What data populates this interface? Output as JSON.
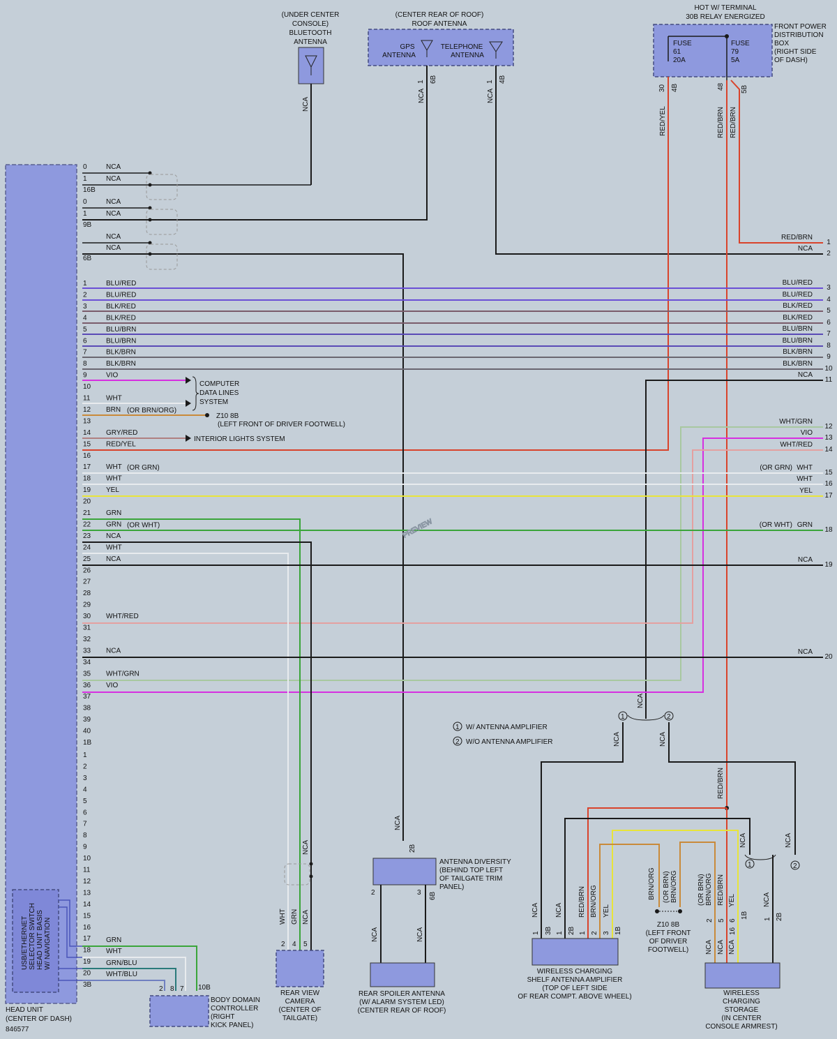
{
  "watermark": "PREVIEW",
  "drawing_number": "846577",
  "colors": {
    "background": "#c5cfd8",
    "component_fill": "#8e99de",
    "black": "#1a1a1a",
    "red": "#d9432b",
    "magenta": "#d62fe0",
    "yellow": "#e8e43a",
    "green": "#3aa53a",
    "white_wire": "#e8ebee",
    "blue_red": "#6a4fd6",
    "blk_red": "#7a5b6a",
    "blu_brn": "#5a4ab6",
    "blk_brn": "#6a6670",
    "orange": "#c98a3a",
    "wht_grn": "#a8c8a0",
    "wht_red": "#e4a0a0",
    "gray_red": "#b08080"
  },
  "components": {
    "head_unit": [
      "HEAD UNIT",
      "(CENTER OF DASH)"
    ],
    "bluetooth_antenna": [
      "(UNDER CENTER",
      "CONSOLE)",
      "BLUETOOTH",
      "ANTENNA"
    ],
    "roof_antenna": [
      "(CENTER REAR OF ROOF)",
      "ROOF ANTENNA"
    ],
    "gps_antenna": [
      "GPS",
      "ANTENNA"
    ],
    "telephone_antenna": [
      "TELEPHONE",
      "ANTENNA"
    ],
    "hot_label": [
      "HOT W/ TERMINAL",
      "30B RELAY ENERGIZED"
    ],
    "front_power_box": [
      "FRONT POWER",
      "DISTRIBUTION",
      "BOX",
      "(RIGHT SIDE",
      "OF DASH)"
    ],
    "fuse61": [
      "FUSE",
      "61",
      "20A"
    ],
    "fuse79": [
      "FUSE",
      "79",
      "5A"
    ],
    "computer_data": [
      "COMPUTER",
      "DATA LINES",
      "SYSTEM"
    ],
    "z10_ground": [
      "Z10 8B",
      "(LEFT FRONT OF DRIVER FOOTWELL)"
    ],
    "interior_lights": "INTERIOR LIGHTS SYSTEM",
    "usb_switch": [
      "USB/ETHERNET",
      "SELECTOR SWITCH",
      "HEAD UNIT BASIS",
      "W/ NAVIGATION"
    ],
    "body_domain": [
      "BODY DOMAIN",
      "CONTROLLER",
      "(RIGHT",
      "KICK PANEL)"
    ],
    "rear_camera": [
      "REAR VIEW",
      "CAMERA",
      "(CENTER OF",
      "TAILGATE)"
    ],
    "antenna_diversity": [
      "ANTENNA DIVERSITY",
      "(BEHIND TOP LEFT",
      "OF TAILGATE TRIM",
      "PANEL)"
    ],
    "rear_spoiler": [
      "REAR SPOILER ANTENNA",
      "(W/ ALARM SYSTEM LED)",
      "(CENTER REAR OF ROOF)"
    ],
    "wireless_amp": [
      "WIRELESS CHARGING",
      "SHELF ANTENNA AMPLIFIER",
      "(TOP OF LEFT SIDE",
      "OF REAR COMPT. ABOVE WHEEL)"
    ],
    "z10_ground2": [
      "Z10 8B",
      "(LEFT FRONT",
      "OF DRIVER",
      "FOOTWELL)"
    ],
    "wireless_storage": [
      "WIRELESS",
      "CHARGING",
      "STORAGE",
      "(IN CENTER",
      "CONSOLE ARMREST)"
    ],
    "legend1": "W/ ANTENNA AMPLIFIER",
    "legend2": "W/O ANTENNA AMPLIFIER"
  },
  "head_pins": {
    "connector16B": [
      {
        "pin": "0",
        "wire": "NCA"
      },
      {
        "pin": "1",
        "wire": "NCA"
      },
      {
        "pin": "16B",
        "wire": ""
      }
    ],
    "connector9B": [
      {
        "pin": "0",
        "wire": "NCA"
      },
      {
        "pin": "1",
        "wire": "NCA"
      },
      {
        "pin": "9B",
        "wire": ""
      }
    ],
    "connector6B": [
      {
        "pin": "",
        "wire": "NCA"
      },
      {
        "pin": "",
        "wire": "NCA"
      },
      {
        "pin": "6B",
        "wire": ""
      }
    ]
  },
  "main_pins": [
    {
      "pin": "1",
      "wire": "BLU/RED",
      "color": "blue_red"
    },
    {
      "pin": "2",
      "wire": "BLU/RED",
      "color": "blue_red"
    },
    {
      "pin": "3",
      "wire": "BLK/RED",
      "color": "blk_red"
    },
    {
      "pin": "4",
      "wire": "BLK/RED",
      "color": "blk_red"
    },
    {
      "pin": "5",
      "wire": "BLU/BRN",
      "color": "blu_brn"
    },
    {
      "pin": "6",
      "wire": "BLU/BRN",
      "color": "blu_brn"
    },
    {
      "pin": "7",
      "wire": "BLK/BRN",
      "color": "blk_brn"
    },
    {
      "pin": "8",
      "wire": "BLK/BRN",
      "color": "blk_brn"
    },
    {
      "pin": "9",
      "wire": "VIO",
      "color": "black"
    },
    {
      "pin": "10",
      "wire": "",
      "color": "magenta"
    },
    {
      "pin": "11",
      "wire": "WHT",
      "color": ""
    },
    {
      "pin": "12",
      "wire": "BRN",
      "color": "orange",
      "note": "(OR BRN/ORG)"
    },
    {
      "pin": "13",
      "wire": "",
      "color": ""
    },
    {
      "pin": "14",
      "wire": "GRY/RED",
      "color": "gray_red"
    },
    {
      "pin": "15",
      "wire": "RED/YEL",
      "color": ""
    },
    {
      "pin": "16",
      "wire": "",
      "color": "red"
    },
    {
      "pin": "17",
      "wire": "WHT",
      "color": "",
      "note": "(OR GRN)"
    },
    {
      "pin": "18",
      "wire": "WHT",
      "color": "white_wire"
    },
    {
      "pin": "19",
      "wire": "YEL",
      "color": "white_wire"
    },
    {
      "pin": "20",
      "wire": "",
      "color": "yellow"
    },
    {
      "pin": "21",
      "wire": "GRN",
      "color": ""
    },
    {
      "pin": "22",
      "wire": "GRN",
      "color": "green",
      "note": "(OR WHT)"
    },
    {
      "pin": "23",
      "wire": "NCA",
      "color": "green"
    },
    {
      "pin": "24",
      "wire": "WHT",
      "color": "black"
    },
    {
      "pin": "25",
      "wire": "NCA",
      "color": "white_wire"
    },
    {
      "pin": "26",
      "wire": "",
      "color": "black"
    },
    {
      "pin": "27",
      "wire": "",
      "color": ""
    },
    {
      "pin": "28",
      "wire": "",
      "color": ""
    },
    {
      "pin": "29",
      "wire": "",
      "color": ""
    },
    {
      "pin": "30",
      "wire": "WHT/RED",
      "color": ""
    },
    {
      "pin": "31",
      "wire": "",
      "color": "wht_red"
    },
    {
      "pin": "32",
      "wire": "",
      "color": ""
    },
    {
      "pin": "33",
      "wire": "NCA",
      "color": ""
    },
    {
      "pin": "34",
      "wire": "",
      "color": "black"
    },
    {
      "pin": "35",
      "wire": "WHT/GRN",
      "color": ""
    },
    {
      "pin": "36",
      "wire": "VIO",
      "color": "wht_grn"
    },
    {
      "pin": "37",
      "wire": "",
      "color": "magenta"
    },
    {
      "pin": "38",
      "wire": "",
      "color": ""
    },
    {
      "pin": "39",
      "wire": "",
      "color": ""
    },
    {
      "pin": "40",
      "wire": "",
      "color": ""
    },
    {
      "pin": "1B",
      "wire": "",
      "color": ""
    }
  ],
  "lower_pins": [
    "1",
    "2",
    "3",
    "4",
    "5",
    "6",
    "7",
    "8",
    "9",
    "10",
    "11",
    "12",
    "13",
    "14",
    "15",
    "16",
    "17",
    "18",
    "19",
    "20",
    "3B"
  ],
  "lower_wires": [
    {
      "pin": "17",
      "wire": "GRN"
    },
    {
      "pin": "18",
      "wire": "WHT"
    },
    {
      "pin": "19",
      "wire": "GRN/BLU"
    },
    {
      "pin": "20",
      "wire": "WHT/BLU"
    }
  ],
  "right_labels": [
    {
      "num": "1",
      "wire": "RED/BRN"
    },
    {
      "num": "2",
      "wire": "NCA"
    },
    {
      "num": "3",
      "wire": "BLU/RED"
    },
    {
      "num": "4",
      "wire": "BLU/RED"
    },
    {
      "num": "5",
      "wire": "BLK/RED"
    },
    {
      "num": "6",
      "wire": "BLK/RED"
    },
    {
      "num": "7",
      "wire": "BLU/BRN"
    },
    {
      "num": "8",
      "wire": "BLU/BRN"
    },
    {
      "num": "9",
      "wire": "BLK/BRN"
    },
    {
      "num": "10",
      "wire": "BLK/BRN"
    },
    {
      "num": "11",
      "wire": "NCA"
    },
    {
      "num": "12",
      "wire": "WHT/GRN"
    },
    {
      "num": "13",
      "wire": "VIO"
    },
    {
      "num": "14",
      "wire": "WHT/RED"
    },
    {
      "num": "15",
      "wire": "WHT",
      "note": "(OR GRN)"
    },
    {
      "num": "16",
      "wire": "WHT"
    },
    {
      "num": "17",
      "wire": "YEL"
    },
    {
      "num": "18",
      "wire": "GRN",
      "note": "(OR WHT)"
    },
    {
      "num": "19",
      "wire": "NCA"
    },
    {
      "num": "20",
      "wire": "NCA"
    }
  ],
  "vertical_labels": {
    "bt": "NCA",
    "gps_pins": [
      "1",
      "6B"
    ],
    "gps_wire": "NCA",
    "tel_pins": [
      "1",
      "4B"
    ],
    "tel_wire": "NCA",
    "fuse_pins_left": [
      "30",
      "4B"
    ],
    "fuse_pins_right": [
      "48",
      "5B"
    ],
    "fuse_wire_left": "RED/YEL",
    "fuse_wire_right1": "RED/BRN",
    "fuse_wire_right2": "RED/BRN",
    "nca_top": "NCA",
    "nca_left": "NCA",
    "nca_right": "NCA",
    "red_brn_mid": "RED/BRN",
    "nca_div": "NCA",
    "div_pin_top": "2B",
    "div_pins_bottom": [
      "2",
      "3",
      "6B"
    ],
    "spoiler_wires": [
      "NCA",
      "NCA"
    ],
    "camera_wires": [
      "WHT",
      "GRN",
      "NCA",
      "NCA"
    ],
    "camera_pins": [
      "2",
      "4",
      "5"
    ],
    "bdc_pins": [
      "2",
      "8",
      "7",
      "10B"
    ],
    "amp_wires": [
      "NCA",
      "NCA",
      "RED/BRN",
      "BRN/ORG",
      "YEL"
    ],
    "amp_pins": [
      "1",
      "3B",
      "1",
      "2B",
      "1",
      "2",
      "3",
      "1B"
    ],
    "z10_wires": [
      "BRN/ORG",
      "(OR BRN)",
      "BRN/ORG"
    ],
    "storage_wires_top": [
      "(OR BRN)",
      "BRN/ORG",
      "RED/BRN",
      "YEL"
    ],
    "storage_wires_bottom": [
      "NCA",
      "NCA",
      "NCA"
    ],
    "storage_pins": [
      "2",
      "5",
      "6",
      "16",
      "1B"
    ],
    "storage_right_pins": [
      "1",
      "2B"
    ],
    "storage_right_wire": "NCA",
    "top_right_nca": "NCA",
    "legend_nums": [
      "1",
      "2"
    ]
  }
}
